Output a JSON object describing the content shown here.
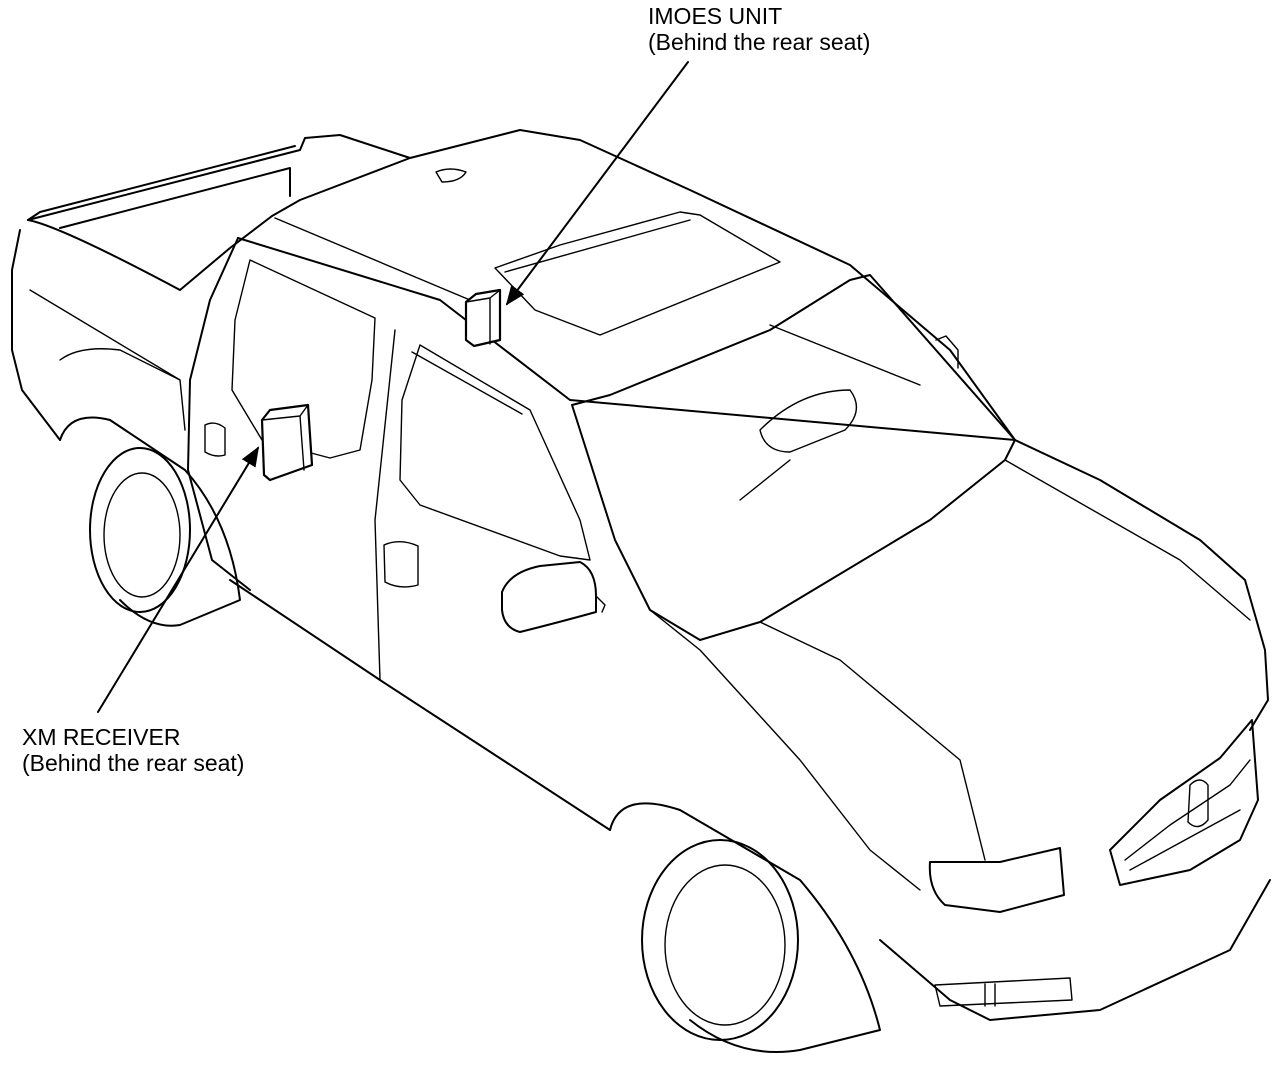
{
  "diagram": {
    "labels": {
      "imoes": {
        "title": "IMOES UNIT",
        "note": "(Behind the rear seat)"
      },
      "xm": {
        "title": "XM RECEIVER",
        "note": "(Behind the rear seat)"
      }
    },
    "colors": {
      "line": "#000000",
      "background": "#ffffff"
    }
  }
}
